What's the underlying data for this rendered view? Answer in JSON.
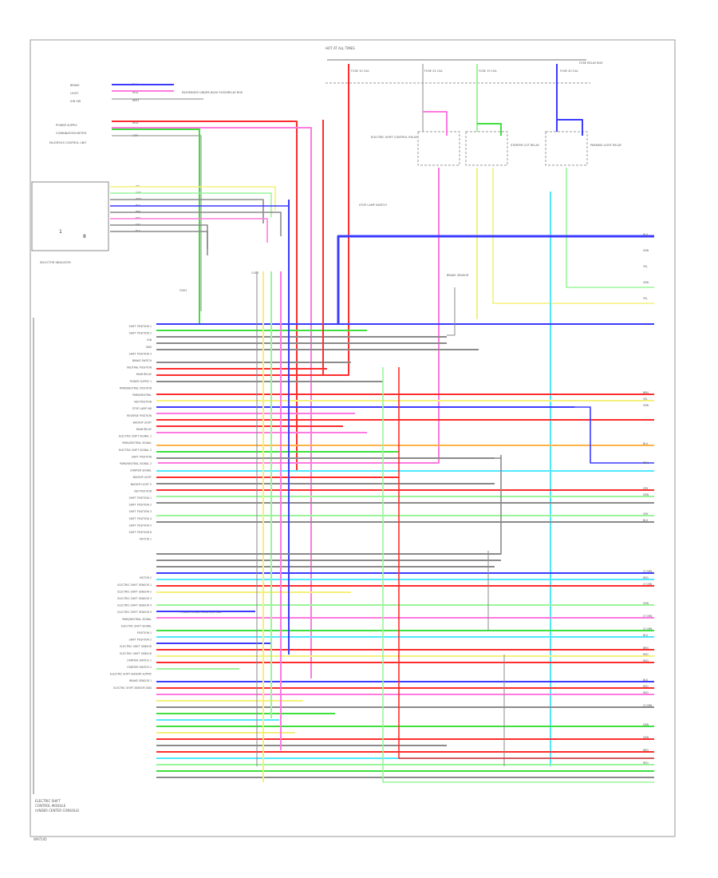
{
  "diagram_id": "W97245",
  "colors": {
    "blu": "#3b3bff",
    "red": "#ff2d2d",
    "grn": "#3ee03e",
    "lgrn": "#9af59a",
    "yel": "#f5f07a",
    "pnk": "#ff7adf",
    "gry": "#8a8a8a",
    "lblu": "#4fe8ff",
    "org": "#ffb347",
    "blk": "#333333",
    "brn": "#c8b89a"
  },
  "top_label": "HOT AT ALL TIMES",
  "fuses": [
    {
      "label": "FUSE 10 10A"
    },
    {
      "label": "FUSE 24 10A"
    },
    {
      "label": "FUSE 19 10A"
    },
    {
      "label": "FUSE 40 10A"
    }
  ],
  "fuse_box_label": "FUSE RELAY BOX",
  "relays": [
    {
      "label": "ELECTRIC SHIFT CONTROL RELAY"
    },
    {
      "label": "STARTER CUT RELAY"
    },
    {
      "label": "PARKING LIGHT RELAY"
    }
  ],
  "switch_label": "STOP LAMP SWITCH",
  "top_left_labels": [
    "BRAKE",
    "LIGHT",
    "IGN SW",
    "POWER SUPPLY",
    "COMBINATION METER",
    "MULTIPLEX CONTROL UNIT"
  ],
  "top_left_colors": [
    "BLU",
    "RED",
    "WHT",
    "RED",
    "LT GRN",
    "GRY"
  ],
  "top_connector": "PASSENGER UNDER-DASH FUSE/RELAY BOX",
  "selector_label": "SELECTOR INDICATOR",
  "selector_glyphs": [
    "1",
    "8"
  ],
  "selector_wire_colors": [
    "YEL",
    "GRN",
    "WHT",
    "BLU",
    "BRN",
    "RED",
    "GRY",
    "BLK"
  ],
  "ground_label": "G501",
  "sensor_label": "BRAKE SENSOR",
  "connector_label": "C413",
  "power_mode_label": "POWER MODE CONTROL UNIT",
  "right_labels": [
    "BLU",
    "GRN",
    "YEL",
    "GRN",
    "YEL",
    "BRN",
    "YEL",
    "GRN",
    "BLU",
    "BRN",
    "GRY",
    "GRN",
    "GRY",
    "BLU",
    "LT GRN",
    "RED",
    "LT GRN",
    "GRN",
    "LT GRN",
    "LT GRN",
    "BLU",
    "BRN",
    "RED",
    "RED",
    "BLK",
    "RED",
    "RED",
    "LT GRN",
    "GRN",
    "GRN",
    "BRN",
    "RED"
  ],
  "left_labels": [
    "SHIFT POSITION 1",
    "SHIFT POSITION 2",
    "IGN",
    "GND",
    "SHIFT POSITION 3",
    "BRAKE SWITCH",
    "NEUTRAL POSITION",
    "MAIN RELAY",
    "POWER SUPPLY 1",
    "PARK/NEUTRAL POSITION",
    "PARK/NEUTRAL",
    "IGN POSITION",
    "STOP LAMP SW",
    "REVERSE POSITION",
    "BACKUP LIGHT",
    "MAIN RELAY",
    "ELECTRIC SHIFT SIGNAL 1",
    "PARK/NEUTRAL SIGNAL",
    "ELECTRIC SHIFT SIGNAL 2",
    "SHIFT POSITION",
    "PARK/NEUTRAL SIGNAL 2",
    "STARTER SIGNAL",
    "BACKUP LIGHT",
    "BACKUP LIGHT 2",
    "IGN POSITION",
    "SHIFT POSITION 1",
    "SHIFT POSITION 2",
    "SHIFT POSITION 3",
    "SHIFT POSITION 4",
    "SHIFT POSITION 5",
    "SHIFT POSITION 6",
    "MOTOR 1",
    "MOTOR 2",
    "ELECTRIC SHIFT SENSOR 1",
    "ELECTRIC SHIFT SENSOR 2",
    "ELECTRIC SHIFT SENSOR 3",
    "ELECTRIC SHIFT SENSOR 4",
    "ELECTRIC SHIFT SENSOR 5",
    "PARK/NEUTRAL SIGNAL",
    "ELECTRIC SHIFT SIGNAL",
    "POSITION 1",
    "SHIFT POSITION 2",
    "ELECTRIC SHIFT SENSOR",
    "ELECTRIC SHIFT SENSOR",
    "STARTER SWITCH 1",
    "STARTER SWITCH 2",
    "ELECTRIC SHIFT SENSOR SUPPLY",
    "BRAKE SENSOR 1",
    "ELECTRIC SHIFT SENSOR GND"
  ],
  "module_label": [
    "ELECTRIC SHIFT",
    "CONTROL MODULE",
    "(UNDER CENTER CONSOLE)"
  ]
}
